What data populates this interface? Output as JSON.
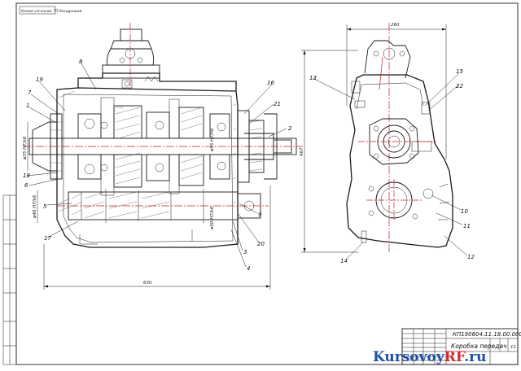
{
  "stamp_top_left": "Копия согласов. ТЗ Кондрашов",
  "title_block": {
    "doc_code": "КП190604.11.18.00.000 ",
    "name": "Коробка передач",
    "sheet_mark": "11"
  },
  "watermark": {
    "part1": "Kursovoy",
    "part2": "RF",
    "part3": ".ru"
  },
  "dimensions": {
    "overall_length": "630",
    "width_right_view": "260",
    "height_right_view": "467",
    "shaft_dia_1": "ø35 H7/k6",
    "shaft_dia_2": "ø40 H7/k6",
    "shaft_dia_3": "ø55 H7/h6",
    "shaft_dia_4": "ø50 H7/k6"
  },
  "callouts_left": [
    "1",
    "2",
    "3",
    "4",
    "5",
    "6",
    "7",
    "8",
    "9",
    "16",
    "17",
    "18",
    "19",
    "20",
    "21"
  ],
  "callouts_right": [
    "10",
    "11",
    "12",
    "13",
    "14",
    "15",
    "22"
  ],
  "colors": {
    "line": "#1a1a1a",
    "axis": "#c8202a",
    "watermark_blue": "#1f4fa8",
    "watermark_red": "#d42a2a"
  }
}
